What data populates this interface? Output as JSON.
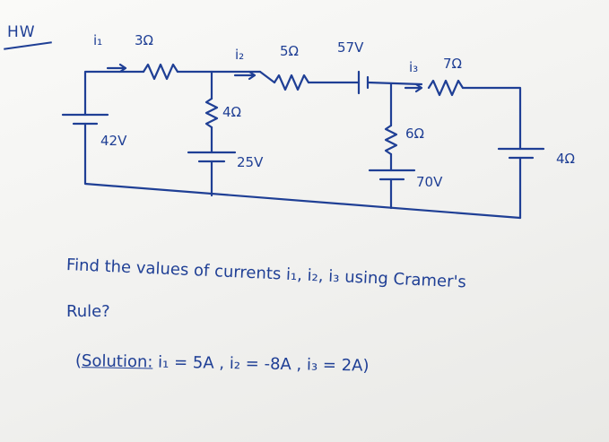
{
  "header": {
    "tag": "HW"
  },
  "circuit": {
    "currents": {
      "i1": "i₁",
      "i2": "i₂",
      "i3": "i₃"
    },
    "resistors": {
      "r1": "3Ω",
      "r2": "5Ω",
      "r3": "7Ω",
      "r4": "4Ω",
      "r5": "6Ω",
      "r6": "4Ω"
    },
    "sources": {
      "v1": "42V",
      "v2": "57V",
      "v3": "25V",
      "v4": "70V"
    }
  },
  "problem": {
    "line1": "Find the values of currents i₁, i₂, i₃ using Cramer's",
    "line2": "Rule?"
  },
  "solution": {
    "label": "Solution:",
    "answer": " i₁ = 5A ,  i₂ = -8A ,  i₃ = 2A)",
    "open_paren": "("
  }
}
